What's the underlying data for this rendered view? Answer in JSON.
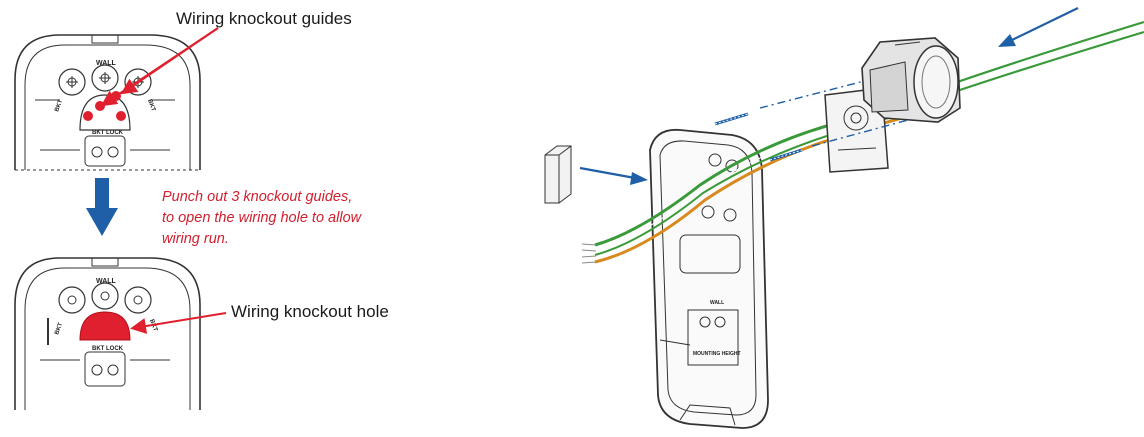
{
  "labels": {
    "top_callout": "Wiring knockout guides",
    "bottom_callout": "Wiring knockout hole"
  },
  "instruction": {
    "lines": [
      "Punch out 3 knockout guides,",
      "to open the wiring hole to allow",
      "wiring run."
    ]
  },
  "device_text": {
    "wall": "WALL",
    "bkt": "BKT",
    "bkt_lock": "BKT LOCK",
    "mounting_height": "MOUNTING HEIGHT"
  },
  "colors": {
    "callout_red": "#e0202e",
    "instruction_red": "#d0202e",
    "arrow_blue": "#1f5fa8",
    "wire_green": "#3a9a3a",
    "wire_orange": "#d98a1e",
    "line_gray": "#333333"
  }
}
